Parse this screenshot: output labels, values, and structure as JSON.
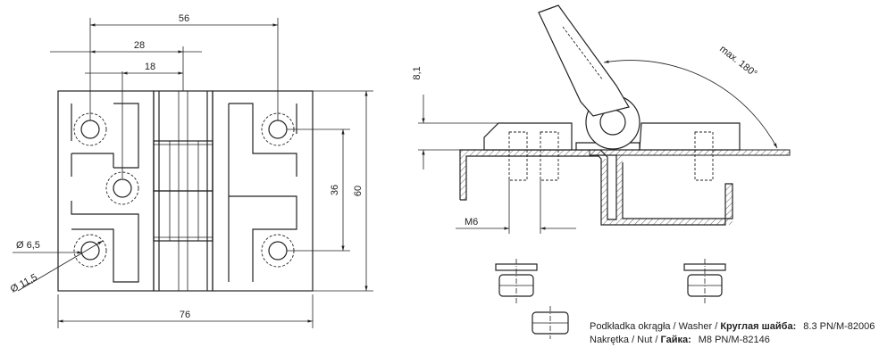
{
  "front_view": {
    "dim_56": "56",
    "dim_28": "28",
    "dim_18": "18",
    "dim_36": "36",
    "dim_60": "60",
    "dim_76": "76",
    "dia_65": "Ø 6,5",
    "dia_115": "Ø 11,5"
  },
  "section_view": {
    "dim_81": "8,1",
    "angle_label": "max. 180°",
    "thread_label": "M6"
  },
  "legend": {
    "washer_prefix": "Podkładka okrągła / Washer / ",
    "washer_ru": "Круглая шайба:",
    "washer_value": "8.3 PN/M-82006",
    "nut_prefix": "Nakrętka / Nut / ",
    "nut_ru": "Гайка:",
    "nut_value": "M8 PN/M-82146"
  }
}
